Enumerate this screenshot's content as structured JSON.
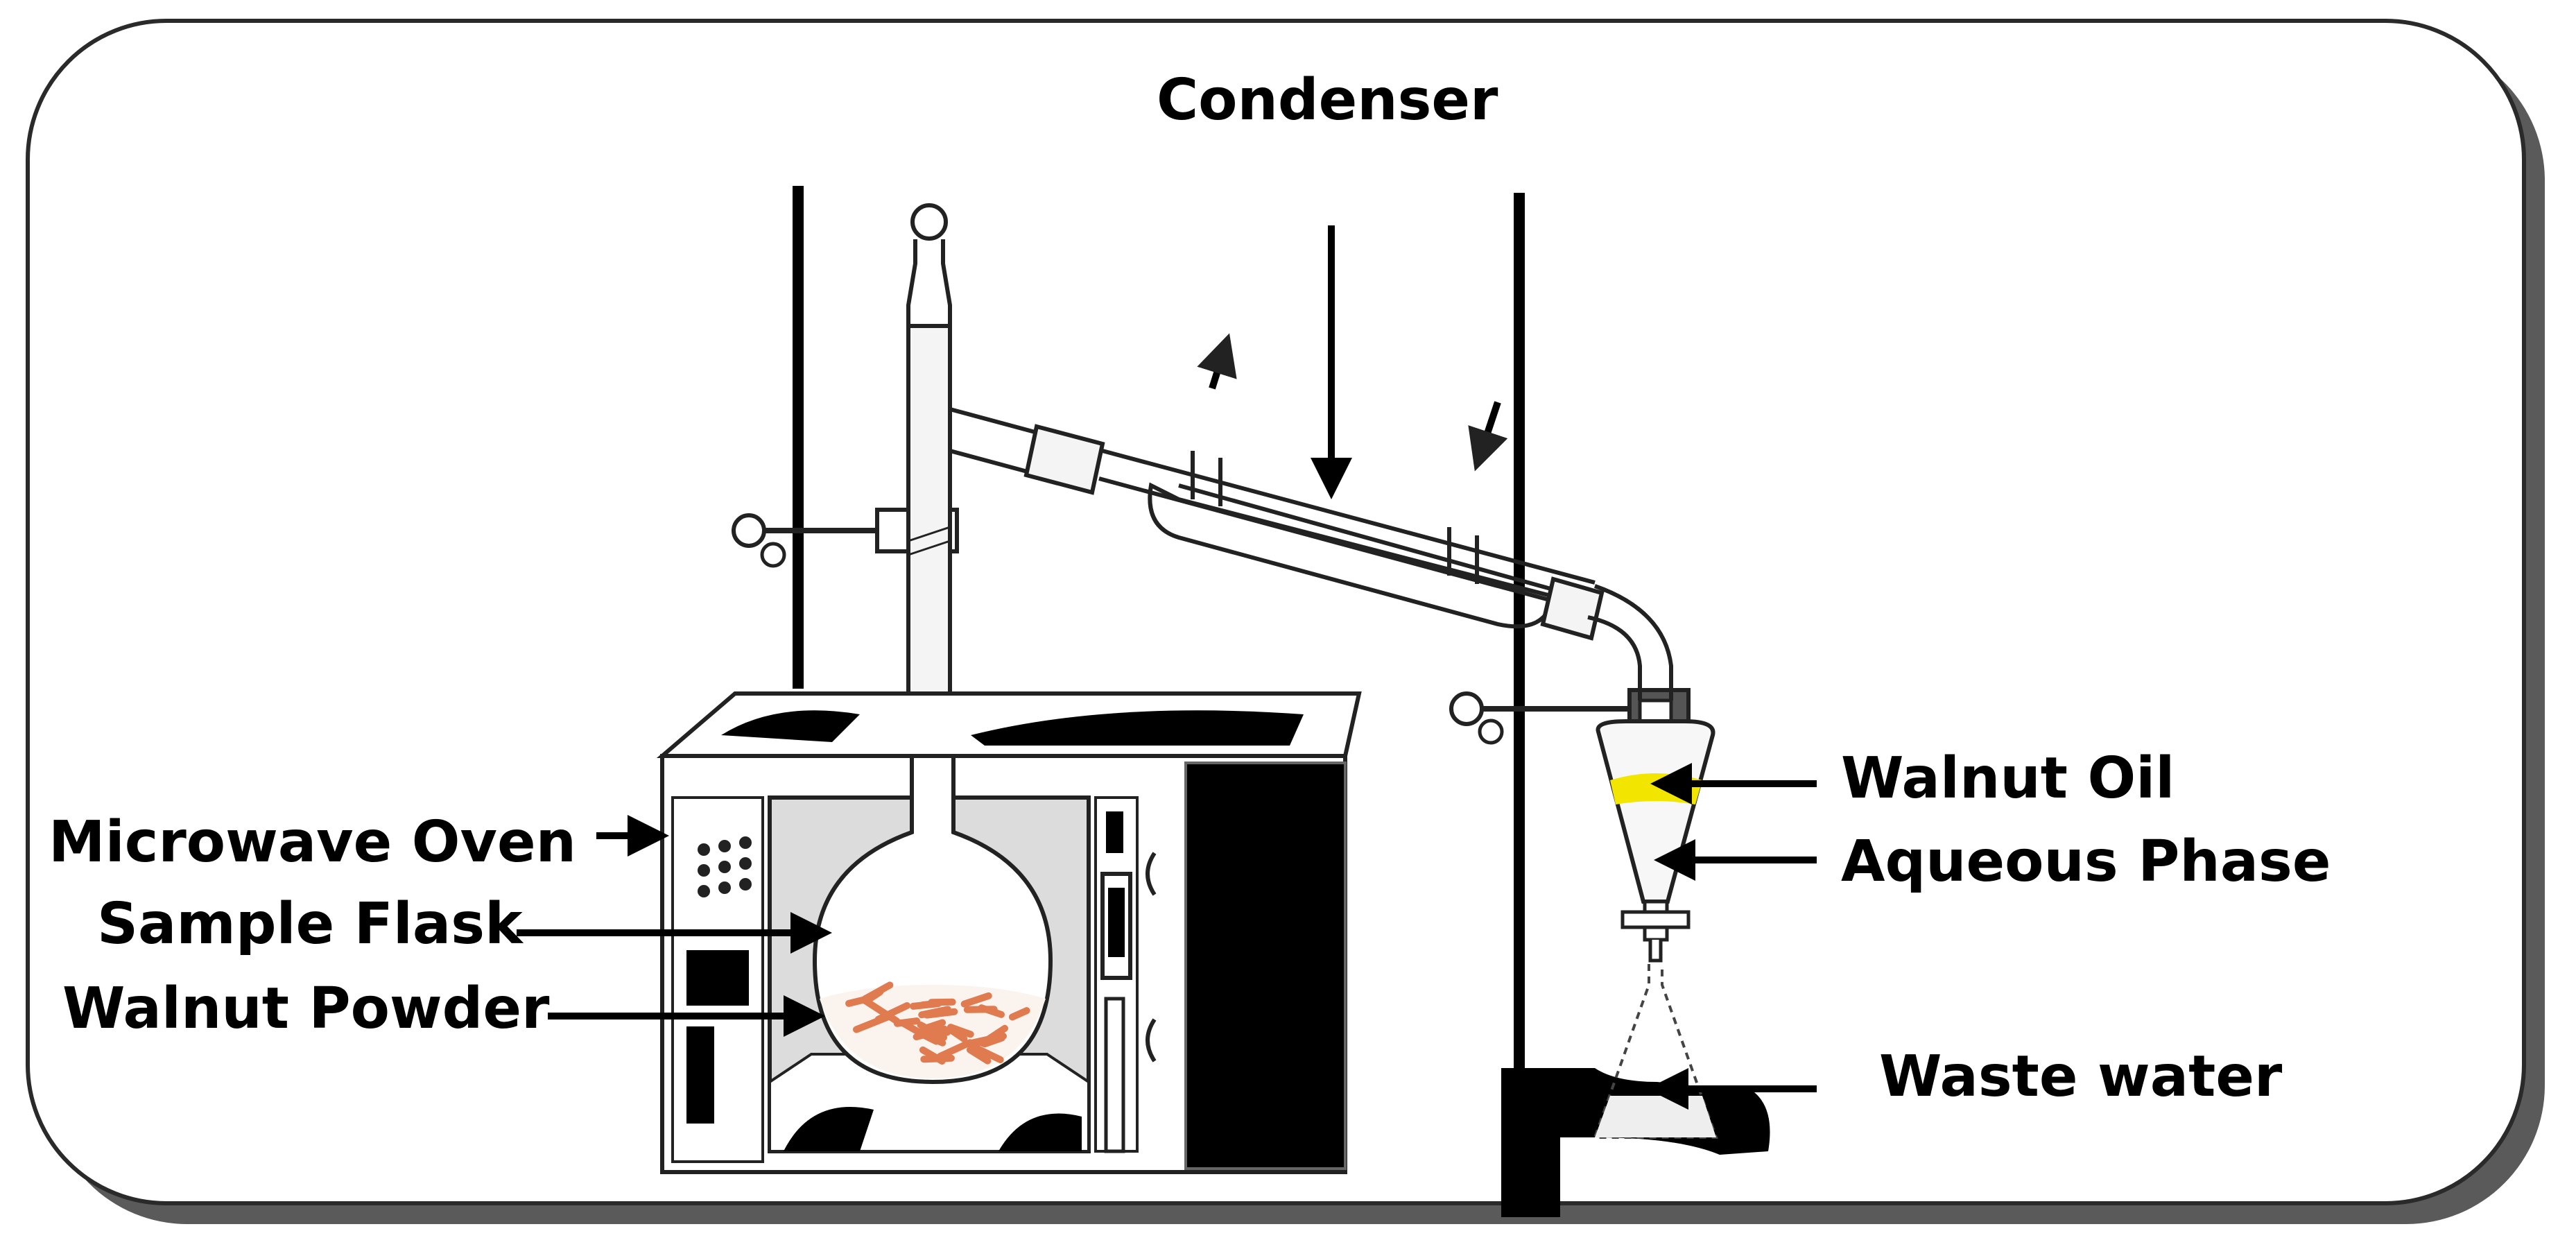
{
  "diagram": {
    "labels": {
      "condenser": "Condenser",
      "microwave_oven": "Microwave Oven",
      "sample_flask": "Sample Flask",
      "walnut_powder": "Walnut Powder",
      "walnut_oil": "Walnut Oil",
      "aqueous_phase": "Aqueous Phase",
      "waste_water": "Waste water"
    },
    "colors": {
      "walnut_oil": "#f2e600",
      "walnut_powder": "#e07a4f",
      "outline": "#000000",
      "frame_shadow": "#5a5a5a"
    }
  }
}
